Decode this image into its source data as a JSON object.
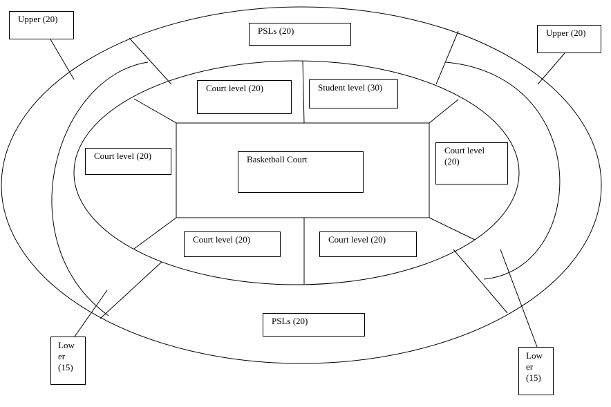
{
  "diagram": {
    "labels": {
      "upper_left": "Upper (20)",
      "upper_right": "Upper (20)",
      "psl_top": "PSLs (20)",
      "psl_bottom": "PSLs (20)",
      "court_top": "Court level (20)",
      "student": "Student level (30)",
      "court_left": "Court level (20)",
      "court_right_line1": "Court level",
      "court_right_line2": "(20)",
      "court_bottom_left": "Court level (20)",
      "court_bottom_right": "Court level (20)",
      "center": "Basketball Court",
      "lower_left_line1": "Low",
      "lower_left_line2": "er",
      "lower_left_line3": "(15)",
      "lower_right_line1": "Low",
      "lower_right_line2": "er",
      "lower_right_line3": "(15)"
    },
    "colors": {
      "stroke": "#000000",
      "background": "#ffffff"
    }
  }
}
